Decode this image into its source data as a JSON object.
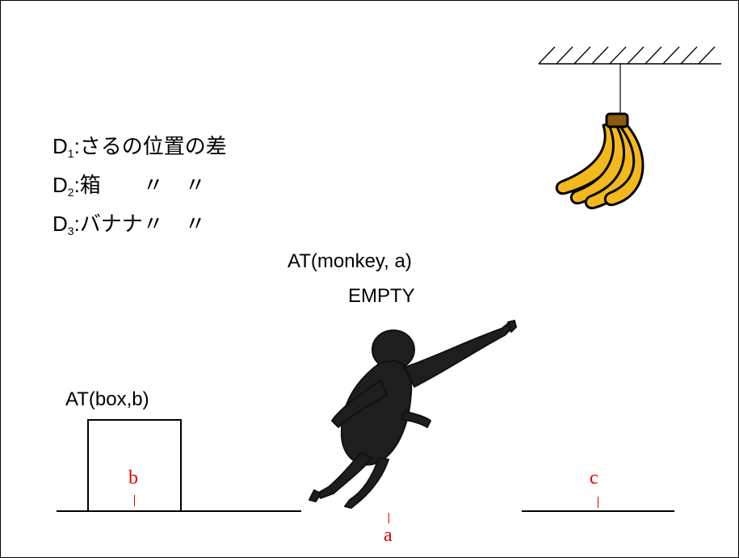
{
  "differences": [
    {
      "sym": "D",
      "sub": "1",
      "text": ":さるの位置の差"
    },
    {
      "sym": "D",
      "sub": "2",
      "text": ":箱　　〃　〃"
    },
    {
      "sym": "D",
      "sub": "3",
      "text": ":バナナ〃　〃"
    }
  ],
  "predicates": {
    "monkey_at": "AT(monkey, a)",
    "empty": "EMPTY",
    "box_at": "AT(box,b)"
  },
  "locations": {
    "a": "a",
    "b": "b",
    "c": "c"
  },
  "colors": {
    "location_label": "#e00000",
    "banana": "#f2b81c",
    "outline": "#000000"
  },
  "icons": {
    "banana": "banana-bunch-icon",
    "monkey": "monkey-figure-icon",
    "ceiling": "ceiling-hatch-icon"
  }
}
